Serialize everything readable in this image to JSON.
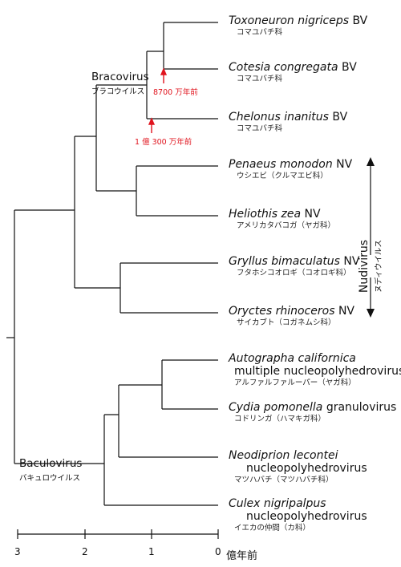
{
  "taxa": [
    {
      "italic": "Toxoneuron nigriceps",
      "suffix": " BV",
      "line2": "",
      "jp": "コマユバチ科"
    },
    {
      "italic": "Cotesia congregata",
      "suffix": " BV",
      "line2": "",
      "jp": "コマユバチ科"
    },
    {
      "italic": "Chelonus inanitus",
      "suffix": " BV",
      "line2": "",
      "jp": "コマユバチ科"
    },
    {
      "italic": "Penaeus monodon",
      "suffix": " NV",
      "line2": "",
      "jp": "ウシエビ（クルマエビ科）"
    },
    {
      "italic": "Heliothis zea",
      "suffix": " NV",
      "line2": "",
      "jp": "アメリカタバコガ（ヤガ科）"
    },
    {
      "italic": "Gryllus bimaculatus",
      "suffix": " NV",
      "line2": "",
      "jp": "フタホシコオロギ（コオロギ科）"
    },
    {
      "italic": "Oryctes rhinoceros",
      "suffix": " NV",
      "line2": "",
      "jp": "サイカブト（コガネムシ科）"
    },
    {
      "italic": "Autographa californica",
      "suffix": "",
      "line2": "multiple nucleopolyhedrovirus",
      "jp": "アルファルファルーパー（ヤガ科）"
    },
    {
      "italic": "Cydia pomonella",
      "suffix": " granulovirus",
      "line2": "",
      "jp": "コドリンガ（ハマキガ科）"
    },
    {
      "italic": "Neodiprion lecontei",
      "suffix": "",
      "line2": "nucleopolyhedrovirus",
      "jp": "マツハバチ（マツハバチ科）"
    },
    {
      "italic": "Culex nigripalpus",
      "suffix": "",
      "line2": "nucleopolyhedrovirus",
      "jp": "イエカの仲間（カ科）"
    }
  ],
  "clades": {
    "bracovirus": {
      "en": "Bracovirus",
      "ja": "ブラコウイルス"
    },
    "baculovirus": {
      "en": "Baculovirus",
      "ja": "バキュロウイルス"
    },
    "nudivirus": {
      "en": "Nudivirus",
      "ja": "ヌディウイルス"
    }
  },
  "annotations": {
    "cotesia_split": "8700 万年前",
    "chelonus_split": "1 億 300 万年前"
  },
  "axis": {
    "ticks": [
      "3",
      "2",
      "1",
      "0"
    ],
    "unit": "億年前"
  },
  "colors": {
    "line": "#111111",
    "accent": "#e0141e"
  }
}
